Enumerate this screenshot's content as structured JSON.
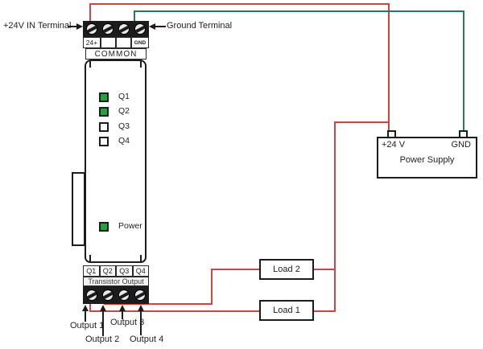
{
  "colors": {
    "wire_red": "#cf4440",
    "wire_green": "#26795c",
    "led_on": "#1fa33c",
    "led_off": "#ffffff"
  },
  "annotations": {
    "top_left": "+24V IN Terminal",
    "top_right": "Ground Terminal",
    "outputs": [
      "Output 1",
      "Output 2",
      "Output 3",
      "Output 4"
    ]
  },
  "module": {
    "top_terminals": [
      "24+",
      "",
      "",
      "GND"
    ],
    "common": "COMMON",
    "leds": [
      {
        "label": "Q1",
        "on": "true"
      },
      {
        "label": "Q2",
        "on": "true"
      },
      {
        "label": "Q3",
        "on": "false"
      },
      {
        "label": "Q4",
        "on": "false"
      }
    ],
    "power_led": {
      "label": "Power",
      "on": "true"
    },
    "bottom_channels": [
      "Q1",
      "Q2",
      "Q3",
      "Q4"
    ],
    "bottom_label": "Transistor Output"
  },
  "power_supply": {
    "title": "Power Supply",
    "left_terminal": "+24 V",
    "right_terminal": "GND"
  },
  "loads": [
    {
      "label": "Load 2"
    },
    {
      "label": "Load 1"
    }
  ]
}
